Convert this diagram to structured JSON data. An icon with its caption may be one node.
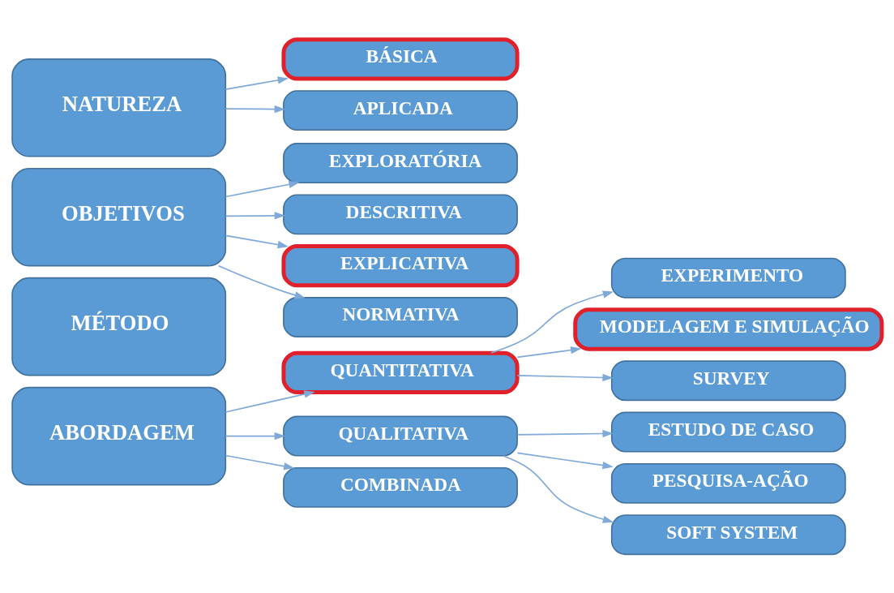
{
  "diagram": {
    "nodes": [
      {
        "text": [
          "NATUREZA"
        ]
      },
      {
        "text": [
          "BÁSICA"
        ]
      },
      {
        "text": [
          "APLICADA"
        ]
      },
      {
        "text": [
          "OBJETIVOS"
        ]
      },
      {
        "text": [
          "EXPLORATÓRIA"
        ]
      },
      {
        "text": [
          "DESCRITIVA"
        ]
      },
      {
        "text": [
          "EXPLICATIVA"
        ]
      },
      {
        "text": [
          "NORMATIVA"
        ]
      },
      {
        "text": [
          "MÉTODO"
        ]
      },
      {
        "text": [
          "ABORDAGEM"
        ]
      },
      {
        "text": [
          "QUANTITATIVA"
        ]
      },
      {
        "text": [
          "QUALITATIVA"
        ]
      },
      {
        "text": [
          "COMBINADA"
        ]
      },
      {
        "text": [
          "EXPERIMENTO"
        ]
      },
      {
        "text": [
          "MODELAGEM E SIMULAÇÃO"
        ]
      },
      {
        "text": [
          "SURVEY"
        ]
      },
      {
        "text": [
          "ESTUDO DE CASO"
        ]
      },
      {
        "text": [
          "PESQUISA-AÇÃO"
        ]
      },
      {
        "text": [
          "SOFT SYSTEM"
        ]
      }
    ],
    "edges": [
      {
        "from": 0,
        "to": 1,
        "arrow": "to"
      },
      {
        "from": 0,
        "to": 2,
        "arrow": "to"
      },
      {
        "from": 3,
        "to": 4,
        "arrow": "to"
      },
      {
        "from": 3,
        "to": 5,
        "arrow": "to"
      },
      {
        "from": 3,
        "to": 6,
        "arrow": "to"
      },
      {
        "from": 3,
        "to": 7,
        "arrow": "to"
      },
      {
        "from": 9,
        "to": 10,
        "arrow": "to"
      },
      {
        "from": 9,
        "to": 11,
        "arrow": "to"
      },
      {
        "from": 9,
        "to": 12,
        "arrow": "to"
      },
      {
        "from": 10,
        "to": 13,
        "arrow": "to"
      },
      {
        "from": 10,
        "to": 14,
        "arrow": "to"
      },
      {
        "from": 10,
        "to": 15,
        "arrow": "to"
      },
      {
        "from": 11,
        "to": 16,
        "arrow": "to"
      },
      {
        "from": 11,
        "to": 17,
        "arrow": "to"
      },
      {
        "from": 11,
        "to": 18,
        "arrow": "to"
      }
    ]
  }
}
